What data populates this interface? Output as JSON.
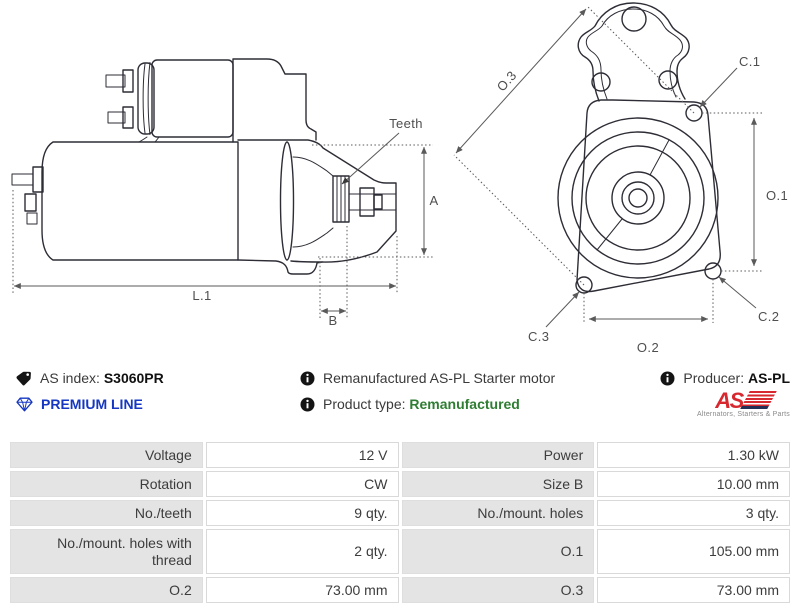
{
  "info": {
    "as_index_label": "AS index:",
    "as_index_value": "S3060PR",
    "premium_line": "PREMIUM LINE",
    "description": "Remanufactured AS-PL Starter motor",
    "product_type_label": "Product type:",
    "product_type_value": "Remanufactured",
    "producer_label": "Producer:",
    "producer_value": "AS-PL",
    "logo_text": "AS",
    "logo_tagline": "Alternators, Starters & Parts"
  },
  "colors": {
    "premium_blue": "#1637c1",
    "type_green": "#2e7d32",
    "logo_red": "#d7282f",
    "table_label_gray": "#e4e4e4"
  },
  "drawings": {
    "side_view": {
      "teeth_label": "Teeth",
      "dim_a": "A",
      "dim_b": "B",
      "dim_l1": "L.1"
    },
    "front_view": {
      "dim_o1": "O.1",
      "dim_o2": "O.2",
      "dim_o3": "O.3",
      "hole_c1": "C.1",
      "hole_c2": "C.2",
      "hole_c3": "C.3"
    }
  },
  "spec_table": {
    "rows": [
      {
        "left": {
          "label": "Voltage",
          "value": "12 V"
        },
        "right": {
          "label": "Power",
          "value": "1.30 kW"
        }
      },
      {
        "left": {
          "label": "Rotation",
          "value": "CW"
        },
        "right": {
          "label": "Size B",
          "value": "10.00 mm"
        }
      },
      {
        "left": {
          "label": "No./teeth",
          "value": "9 qty."
        },
        "right": {
          "label": "No./mount. holes",
          "value": "3 qty."
        }
      },
      {
        "left": {
          "label": "No./mount. holes with thread",
          "value": "2 qty."
        },
        "right": {
          "label": "O.1",
          "value": "105.00 mm"
        }
      },
      {
        "left": {
          "label": "O.2",
          "value": "73.00 mm"
        },
        "right": {
          "label": "O.3",
          "value": "73.00 mm"
        }
      }
    ]
  }
}
